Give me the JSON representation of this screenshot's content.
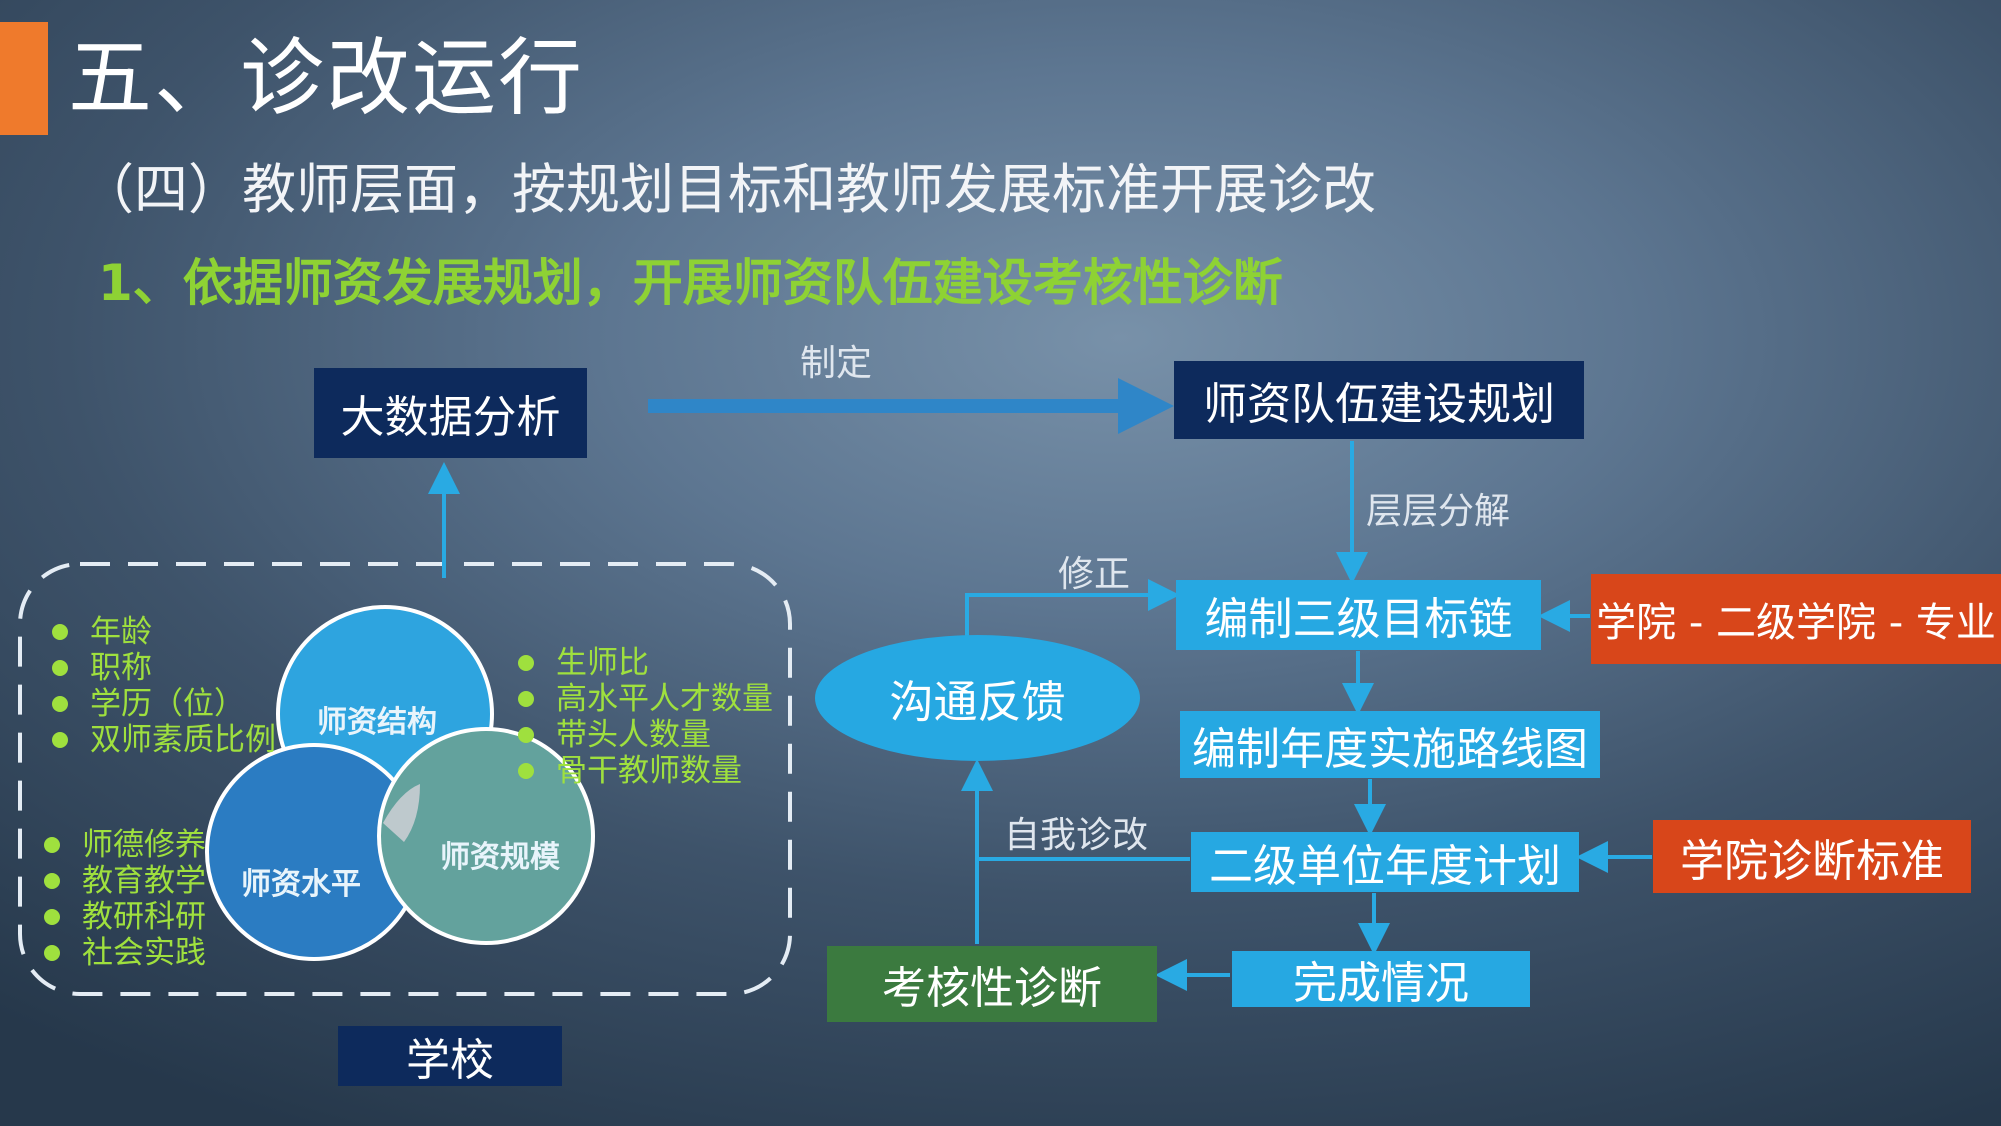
{
  "title": "五、诊改运行",
  "subtitle": "（四）教师层面，按规划目标和教师发展标准开展诊改",
  "heading": "1、依据师资发展规划，开展师资队伍建设考核性诊断",
  "colors": {
    "accent": "#ef7a2c",
    "navy": "#0d2a5c",
    "sky": "#26a8e2",
    "red": "#d8461a",
    "green": "#3b7a3f",
    "lime": "#9fe03e"
  },
  "boxes": {
    "big_data": "大数据分析",
    "team_plan": "师资队伍建设规划",
    "target_chain": "编制三级目标链",
    "roadmap": "编制年度实施路线图",
    "annual_plan": "二级单位年度计划",
    "completion": "完成情况",
    "college_levels": "学院 - 二级学院 - 专业",
    "college_standard": "学院诊断标准",
    "assessment": "考核性诊断",
    "feedback": "沟通反馈",
    "school": "学校"
  },
  "arrow_labels": {
    "formulate": "制定",
    "decompose": "层层分解",
    "correct": "修正",
    "self_diagnose": "自我诊改"
  },
  "venn": {
    "structure": "师资结构",
    "level": "师资水平",
    "scale": "师资规模"
  },
  "lists": {
    "structure_items": [
      "年龄",
      "职称",
      "学历（位）",
      "双师素质比例"
    ],
    "scale_items": [
      "生师比",
      "高水平人才数量",
      "带头人数量",
      "骨干教师数量"
    ],
    "level_items": [
      "师德修养",
      "教育教学",
      "教研科研",
      "社会实践"
    ]
  }
}
